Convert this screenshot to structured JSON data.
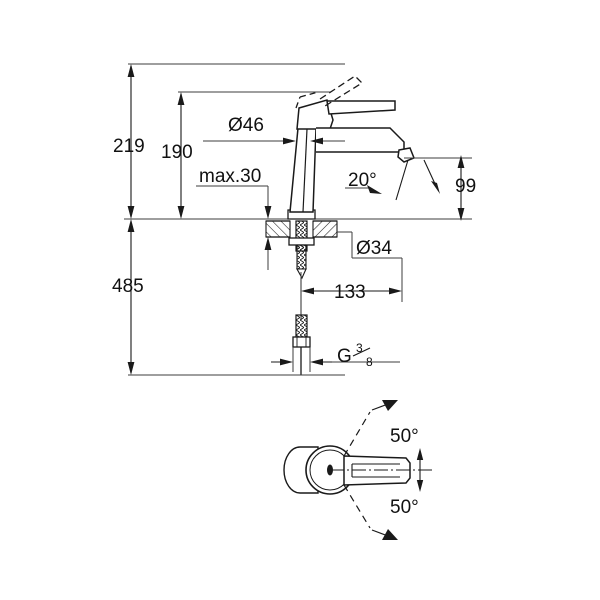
{
  "drawing": {
    "title": "Single-lever basin mixer technical dimension drawing",
    "line_color": "#1a1a1a",
    "thin_line_color": "#3d3d3d",
    "background": "#ffffff",
    "views": [
      {
        "name": "front-elevation",
        "label": ""
      },
      {
        "name": "top-view-swivel",
        "label": ""
      }
    ]
  },
  "dimensions": {
    "overall_height": "219",
    "spout_height": "190",
    "max_deck_thickness": "max.30",
    "body_diameter": "Ø46",
    "hole_diameter": "Ø34",
    "tail_length": "485",
    "projection": "133",
    "spout_reach": "99",
    "handle_angle": "20°",
    "thread_size_letter": "G",
    "thread_numerator": "3",
    "thread_denominator": "8",
    "swivel_left": "50°",
    "swivel_right": "50°"
  }
}
